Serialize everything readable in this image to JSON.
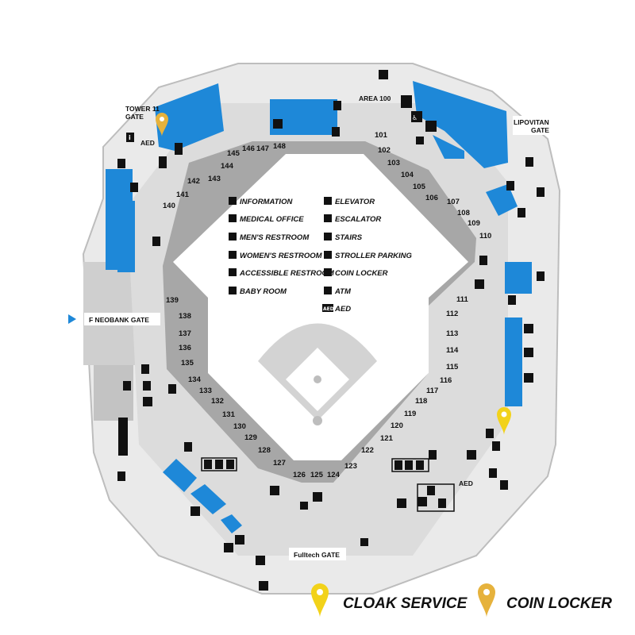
{
  "gates": {
    "tower11": [
      "TOWER 11",
      "GATE"
    ],
    "area100": "AREA 100",
    "lipovitan": [
      "LIPOVITAN",
      "GATE"
    ],
    "fneobank": "F NEOBANK GATE",
    "fulltech": "Fulltech GATE"
  },
  "legend": {
    "information": "INFORMATION",
    "medical": "MEDICAL OFFICE",
    "mens": "MEN'S RESTROOM",
    "womens": "WOMEN'S RESTROOM",
    "accessible": "ACCESSIBLE RESTROOM",
    "baby": "BABY ROOM",
    "elevator": "ELEVATOR",
    "escalator": "ESCALATOR",
    "stairs": "STAIRS",
    "stroller": "STROLLER PARKING",
    "locker": "COIN LOCKER",
    "atm": "ATM",
    "aed": "AED"
  },
  "pins": {
    "cloak": "CLOAK SERVICE",
    "coin": "COIN LOCKER"
  },
  "aed_labels": {
    "left": "AED",
    "right": "AED"
  },
  "icon_glyphs": {
    "information": "i",
    "accessible": "♿",
    "aed": "AED"
  },
  "colors": {
    "seating_blue": "#1e88d8",
    "cloak_pin": "#f2d21a",
    "coin_pin": "#e6b23c",
    "section_gray": "#a7a7a7"
  },
  "sections": {
    "s101": "101",
    "s102": "102",
    "s103": "103",
    "s104": "104",
    "s105": "105",
    "s106": "106",
    "s107": "107",
    "s108": "108",
    "s109": "109",
    "s110": "110",
    "s111": "111",
    "s112": "112",
    "s113": "113",
    "s114": "114",
    "s115": "115",
    "s116": "116",
    "s117": "117",
    "s118": "118",
    "s119": "119",
    "s120": "120",
    "s121": "121",
    "s122": "122",
    "s123": "123",
    "s124": "124",
    "s125": "125",
    "s126": "126",
    "s127": "127",
    "s128": "128",
    "s129": "129",
    "s130": "130",
    "s131": "131",
    "s132": "132",
    "s133": "133",
    "s134": "134",
    "s135": "135",
    "s136": "136",
    "s137": "137",
    "s138": "138",
    "s139": "139",
    "s140": "140",
    "s141": "141",
    "s142": "142",
    "s143": "143",
    "s144": "144",
    "s145": "145",
    "s146": "146",
    "s147": "147",
    "s148": "148"
  }
}
